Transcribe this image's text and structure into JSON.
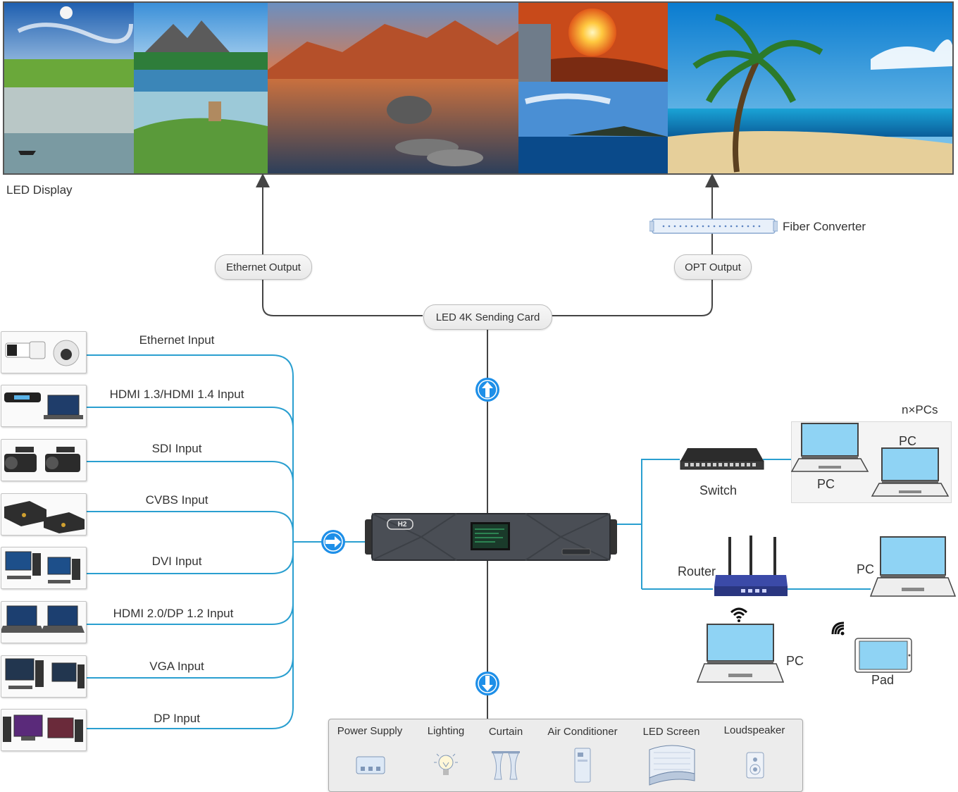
{
  "display": {
    "label": "LED Display"
  },
  "outputs": {
    "ethernet": "Ethernet Output",
    "opt": "OPT Output",
    "sending_card": "LED 4K Sending Card",
    "fiber_converter": "Fiber Converter"
  },
  "processor": {
    "brand": "H2"
  },
  "inputs": [
    "Ethernet Input",
    "HDMI 1.3/HDMI 1.4  Input",
    "SDI Input",
    "CVBS Input",
    "DVI Input",
    "HDMI 2.0/DP 1.2 Input",
    "VGA Input",
    "DP Input"
  ],
  "network": {
    "npcs": "n×PCs",
    "pc": "PC",
    "switch": "Switch",
    "router": "Router",
    "pad": "Pad"
  },
  "controls": [
    "Power Supply",
    "Lighting",
    "Curtain",
    "Air Conditioner",
    "LED Screen",
    "Loudspeaker"
  ],
  "colors": {
    "line": "#2a9fd0",
    "arrow": "#1e90ff",
    "screen": "#8fd3f4"
  }
}
